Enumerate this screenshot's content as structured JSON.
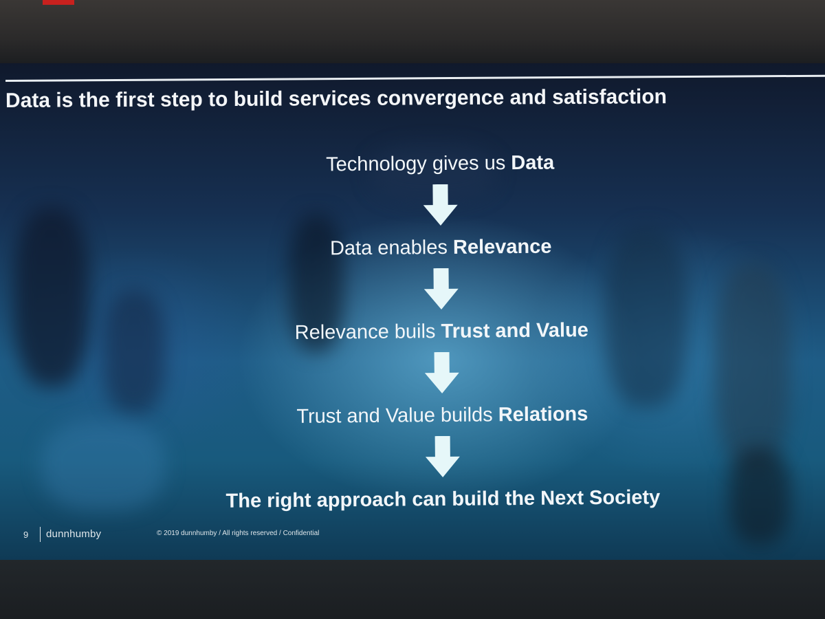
{
  "slide": {
    "title": "Data is the first step to build services convergence and satisfaction",
    "steps": [
      {
        "plain": "Technology gives us ",
        "bold": "Data"
      },
      {
        "plain": "Data enables ",
        "bold": "Relevance"
      },
      {
        "plain": "Relevance buils ",
        "bold": "Trust and Value"
      },
      {
        "plain": "Trust and Value builds ",
        "bold": "Relations"
      },
      {
        "plain": "",
        "bold": "The right approach can build the Next Society"
      }
    ],
    "arrow_icon": "down-arrow-icon",
    "arrow_color": "#e6f7f9"
  },
  "footer": {
    "page_number": "9",
    "brand": "dunnhumby",
    "copyright": "© 2019 dunnhumby / All rights reserved / Confidential"
  },
  "colors": {
    "accent_red": "#c8211e",
    "text": "#f2f6f9"
  }
}
